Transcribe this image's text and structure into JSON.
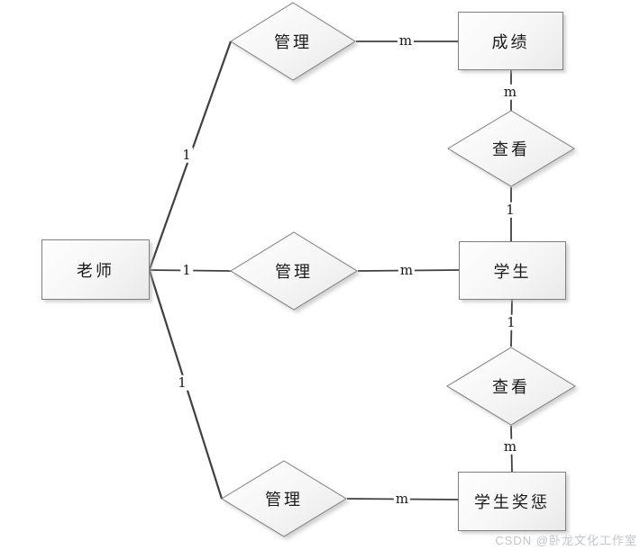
{
  "diagram": {
    "entities": {
      "teacher": {
        "label": "老师"
      },
      "score": {
        "label": "成绩"
      },
      "student": {
        "label": "学生"
      },
      "reward": {
        "label": "学生奖惩"
      }
    },
    "relations": {
      "manage_top": {
        "label": "管理"
      },
      "manage_mid": {
        "label": "管理"
      },
      "manage_bottom": {
        "label": "管理"
      },
      "view_top": {
        "label": "查看"
      },
      "view_bottom": {
        "label": "查看"
      }
    },
    "cardinalities": {
      "teacher_manage_top": "1",
      "manage_top_score": "m",
      "score_view_top": "m",
      "view_top_student": "1",
      "teacher_manage_mid": "1",
      "manage_mid_student": "m",
      "student_view_bottom": "1",
      "view_bottom_reward": "m",
      "teacher_manage_bottom": "1",
      "manage_bottom_reward": "m"
    }
  },
  "watermark": "CSDN @卧龙文化工作室",
  "colors": {
    "line": "#404040",
    "node_border": "#7f7f7f",
    "node_fill_top": "#ffffff",
    "node_fill_bottom": "#e9e9e9",
    "text": "#1a1a1a",
    "watermark": "#c2c5cb"
  }
}
